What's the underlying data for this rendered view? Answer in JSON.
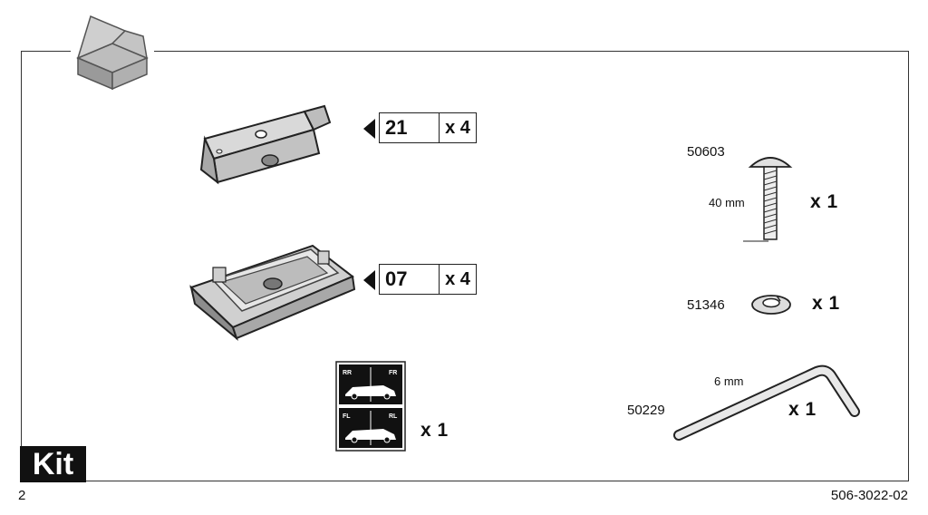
{
  "items": {
    "bracket": {
      "ref": "21",
      "qty": "x 4"
    },
    "foot": {
      "ref": "07",
      "qty": "x 4"
    },
    "sticker": {
      "qty": "x 1",
      "labels": [
        "RR",
        "FR",
        "FL",
        "RL"
      ]
    },
    "bolt": {
      "part": "50603",
      "length": "40 mm",
      "qty": "x 1"
    },
    "washer": {
      "part": "51346",
      "qty": "x 1"
    },
    "key": {
      "part": "50229",
      "size": "6 mm",
      "qty": "x 1"
    }
  },
  "footer": {
    "kit_label": "Kit",
    "page": "2",
    "doc_number": "506-3022-02"
  },
  "icons": [
    "open-box-icon",
    "bracket-icon",
    "foot-icon",
    "sticker-icon",
    "bolt-icon",
    "washer-icon",
    "hex-key-icon"
  ]
}
